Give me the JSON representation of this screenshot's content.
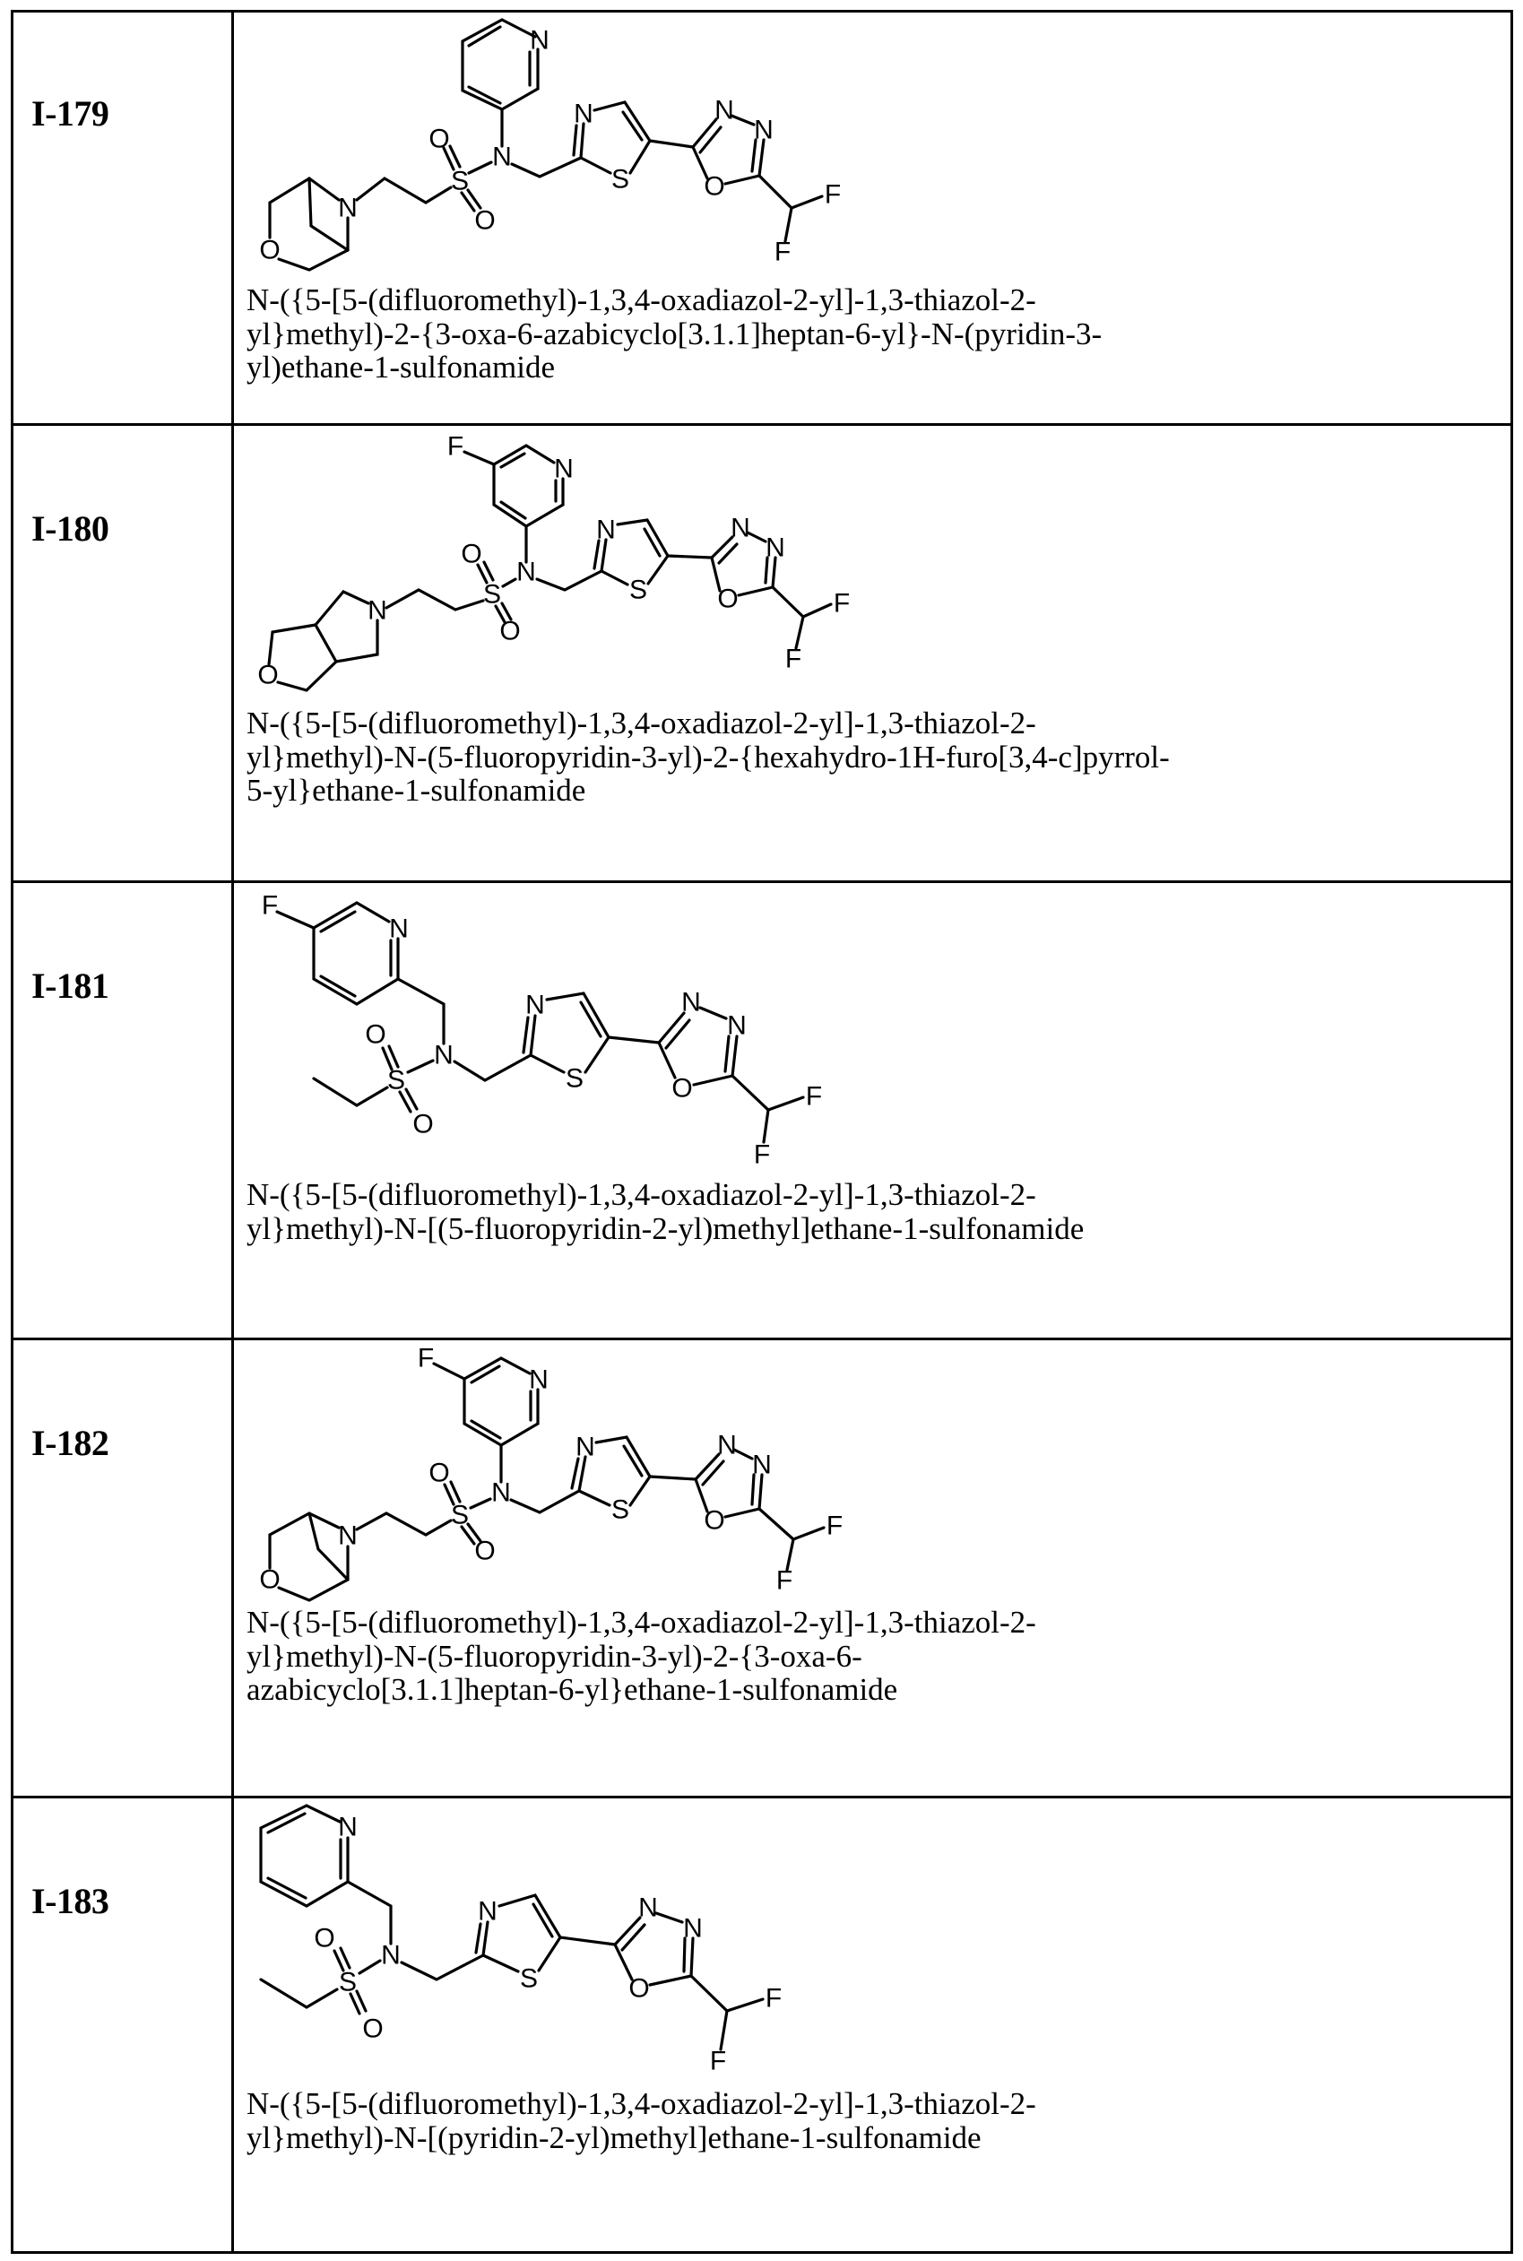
{
  "table": {
    "rows": [
      {
        "id": "I-179",
        "name_lines": [
          "N-({5-[5-(difluoromethyl)-1,3,4-oxadiazol-2-yl]-1,3-thiazol-2-",
          "yl}methyl)-2-{3-oxa-6-azabicyclo[3.1.1]heptan-6-yl}-N-(pyridin-3-",
          "yl)ethane-1-sulfonamide"
        ],
        "structure": "3-oxa-6-azabicyclo[3.1.1]heptane — CH2CH2 — SO2 — N(pyridin-3-yl) — CH2 — thiazole — 1,3,4-oxadiazole — CHF2"
      },
      {
        "id": "I-180",
        "name_lines": [
          "N-({5-[5-(difluoromethyl)-1,3,4-oxadiazol-2-yl]-1,3-thiazol-2-",
          "yl}methyl)-N-(5-fluoropyridin-3-yl)-2-{hexahydro-1H-furo[3,4-c]pyrrol-",
          "5-yl}ethane-1-sulfonamide"
        ],
        "structure": "hexahydro-1H-furo[3,4-c]pyrrole — CH2CH2 — SO2 — N(5-fluoropyridin-3-yl) — CH2 — thiazole — 1,3,4-oxadiazole — CHF2"
      },
      {
        "id": "I-181",
        "name_lines": [
          "N-({5-[5-(difluoromethyl)-1,3,4-oxadiazol-2-yl]-1,3-thiazol-2-",
          "yl}methyl)-N-[(5-fluoropyridin-2-yl)methyl]ethane-1-sulfonamide"
        ],
        "structure": "ethyl — SO2 — N(CH2-5-fluoropyridin-2-yl) — CH2 — thiazole — 1,3,4-oxadiazole — CHF2"
      },
      {
        "id": "I-182",
        "name_lines": [
          "N-({5-[5-(difluoromethyl)-1,3,4-oxadiazol-2-yl]-1,3-thiazol-2-",
          "yl}methyl)-N-(5-fluoropyridin-3-yl)-2-{3-oxa-6-",
          "azabicyclo[3.1.1]heptan-6-yl}ethane-1-sulfonamide"
        ],
        "structure": "3-oxa-6-azabicyclo[3.1.1]heptane — CH2CH2 — SO2 — N(5-fluoropyridin-3-yl) — CH2 — thiazole — 1,3,4-oxadiazole — CHF2"
      },
      {
        "id": "I-183",
        "name_lines": [
          "N-({5-[5-(difluoromethyl)-1,3,4-oxadiazol-2-yl]-1,3-thiazol-2-",
          "yl}methyl)-N-[(pyridin-2-yl)methyl]ethane-1-sulfonamide"
        ],
        "structure": "ethyl — SO2 — N(CH2-pyridin-2-yl) — CH2 — thiazole — 1,3,4-oxadiazole — CHF2"
      }
    ]
  },
  "atoms": {
    "N": "N",
    "O": "O",
    "S": "S",
    "F": "F"
  }
}
